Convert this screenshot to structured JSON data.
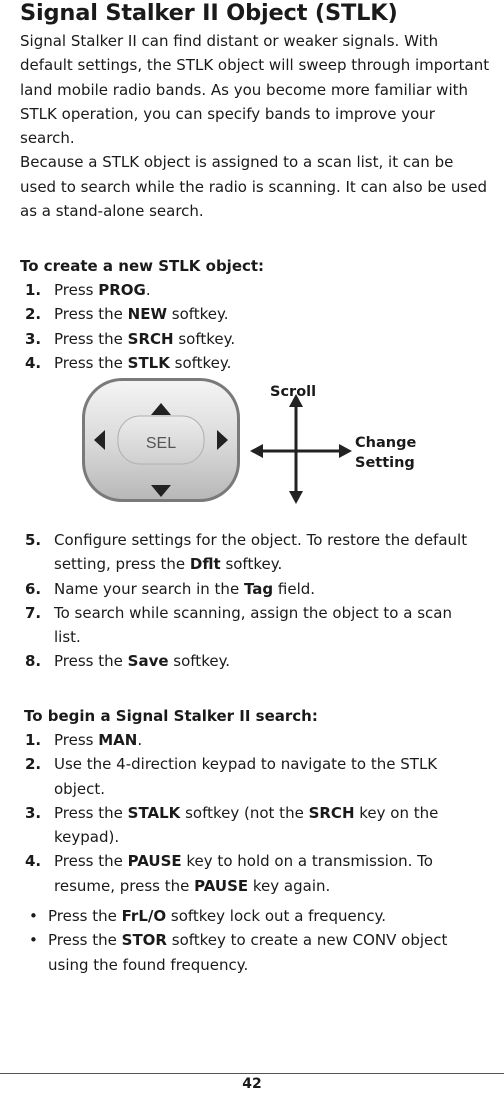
{
  "title": "Signal Stalker II Object (STLK)",
  "intro": {
    "p1": "Signal Stalker II can find distant or weaker signals. With default settings, the STLK object will sweep through important land mobile radio bands. As you become more familiar with STLK operation, you can specify bands to improve your search.",
    "p2": "Because a STLK object is assigned to a scan list, it can be used to search while the radio is scanning. It can also be used as a stand-alone search."
  },
  "create_section": {
    "heading": "To create a new STLK object:",
    "steps": [
      {
        "num": "1.",
        "pre": "Press ",
        "key": "PROG",
        "post": "."
      },
      {
        "num": "2.",
        "pre": "Press the ",
        "key": "NEW",
        "post": " softkey."
      },
      {
        "num": "3.",
        "pre": "Press the ",
        "key": "SRCH",
        "post": " softkey."
      },
      {
        "num": "4.",
        "pre": "Press the ",
        "key": "STLK",
        "post": " softkey."
      }
    ],
    "steps_after": [
      {
        "num": "5.",
        "pre": "Configure settings for the object. To restore the default setting, press the ",
        "key": "Dflt",
        "post": " softkey."
      },
      {
        "num": "6.",
        "pre": "Name your search in the ",
        "key": "Tag",
        "post": " field."
      },
      {
        "num": "7.",
        "pre": "To search while scanning, assign the object to a scan list.",
        "key": "",
        "post": ""
      },
      {
        "num": "8.",
        "pre": "Press the ",
        "key": "Save",
        "post": " softkey."
      }
    ]
  },
  "figure": {
    "center_label": "SEL",
    "scroll_label": "Scroll",
    "change_label_1": "Change",
    "change_label_2": "Setting"
  },
  "begin_section": {
    "heading": "To begin a Signal Stalker II search:",
    "steps": [
      {
        "num": "1.",
        "pre": "Press ",
        "key": "MAN",
        "post": ".",
        "key2": "",
        "post2": ""
      },
      {
        "num": "2.",
        "pre": "Use the 4-direction keypad to navigate to the STLK object.",
        "key": "",
        "post": "",
        "key2": "",
        "post2": ""
      },
      {
        "num": "3.",
        "pre": "Press the ",
        "key": "STALK",
        "post": " softkey (not the ",
        "key2": "SRCH",
        "post2": " key on the keypad)."
      },
      {
        "num": "4.",
        "pre": "Press the ",
        "key": "PAUSE",
        "post": " key to hold on a transmission. To resume, press the ",
        "key2": "PAUSE",
        "post2": " key again."
      }
    ],
    "bullets": [
      {
        "dot": "•",
        "pre": "Press the ",
        "key": "FrL/O",
        "post": " softkey lock out a frequency."
      },
      {
        "dot": "•",
        "pre": "Press the ",
        "key": "STOR",
        "post": " softkey to create a new CONV object using the found frequency."
      }
    ]
  },
  "page_number": "42"
}
